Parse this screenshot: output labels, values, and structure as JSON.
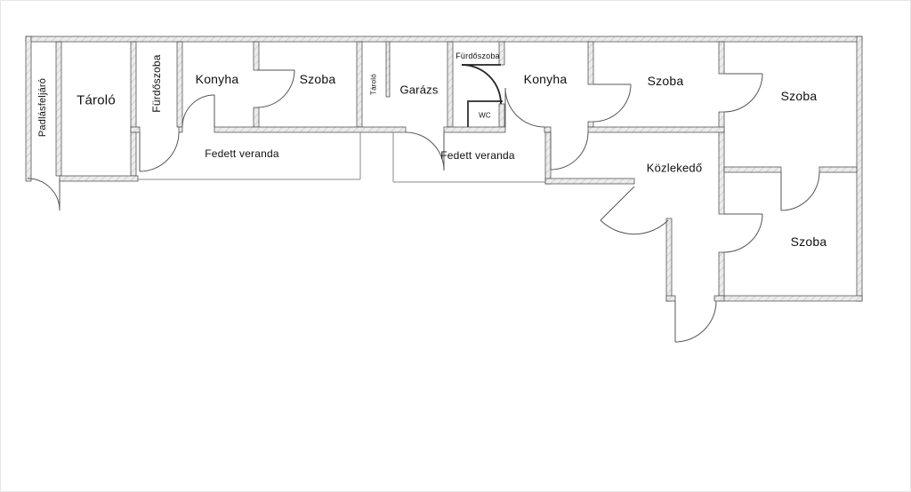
{
  "floorplan": {
    "rooms": {
      "padlasfeljaro": "Padlásfeljáró",
      "tarolo_left": "Tároló",
      "furdoszoba_left": "Fürdőszoba",
      "konyha_left": "Konyha",
      "szoba_1": "Szoba",
      "tarolo_small": "Tároló",
      "garazs": "Garázs",
      "furdoszoba_small": "Fürdőszoba",
      "wc": "WC",
      "konyha_right": "Konyha",
      "szoba_2": "Szoba",
      "szoba_3": "Szoba",
      "veranda_1": "Fedett veranda",
      "veranda_2": "Fedett veranda",
      "kozlekedo": "Közlekedő",
      "szoba_4": "Szoba"
    },
    "colors": {
      "wall_fill": "#ececec",
      "wall_hatch": "#c8c8c8",
      "wall_outline": "#404040",
      "door_line": "#555555",
      "background": "#ffffff"
    }
  }
}
